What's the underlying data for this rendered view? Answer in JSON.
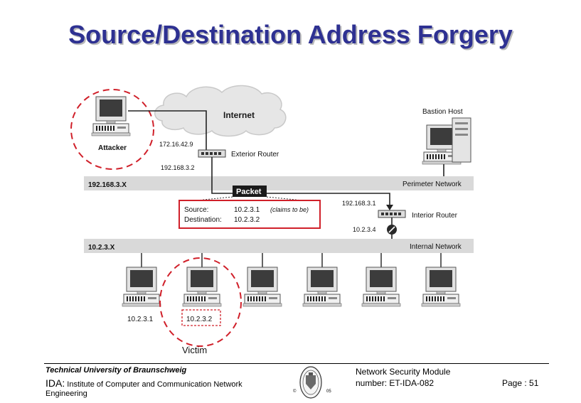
{
  "title": "Source/Destination Address Forgery",
  "diagram": {
    "internet_label": "Internet",
    "attacker_label": "Attacker",
    "attacker_ip": "172.16.42.9",
    "exterior_router_label": "Exterior Router",
    "exterior_router_ip": "192.168.3.2",
    "bastion_host_label": "Bastion Host",
    "perimeter_net_left": "192.168.3.X",
    "perimeter_net_right": "Perimeter Network",
    "packet_label": "Packet",
    "packet_source_key": "Source:",
    "packet_source_value": "10.2.3.1",
    "packet_claims": "(claims to be)",
    "packet_dest_key": "Destination:",
    "packet_dest_value": "10.2.3.2",
    "interior_router_label": "Interior Router",
    "interior_router_ip_top": "192.168.3.1",
    "interior_router_ip_bottom": "10.2.3.4",
    "internal_net_left": "10.2.3.X",
    "internal_net_right": "Internal Network",
    "host1_ip": "10.2.3.1",
    "host2_ip": "10.2.3.2",
    "victim_label": "Victim"
  },
  "footer": {
    "university": "Technical University of Braunschweig",
    "ida_prefix": "IDA:",
    "ida_rest": " Institute of Computer and Communication Network",
    "ida_line2": "Engineering",
    "copyright_symbol": "©",
    "year_fragment": "05",
    "course": "Network Security Module number: ET-IDA-082",
    "page": "Page : 51"
  },
  "colors": {
    "title": "#2e3192",
    "highlight_red": "#d0202a",
    "network_bar": "#d9d9d9"
  }
}
